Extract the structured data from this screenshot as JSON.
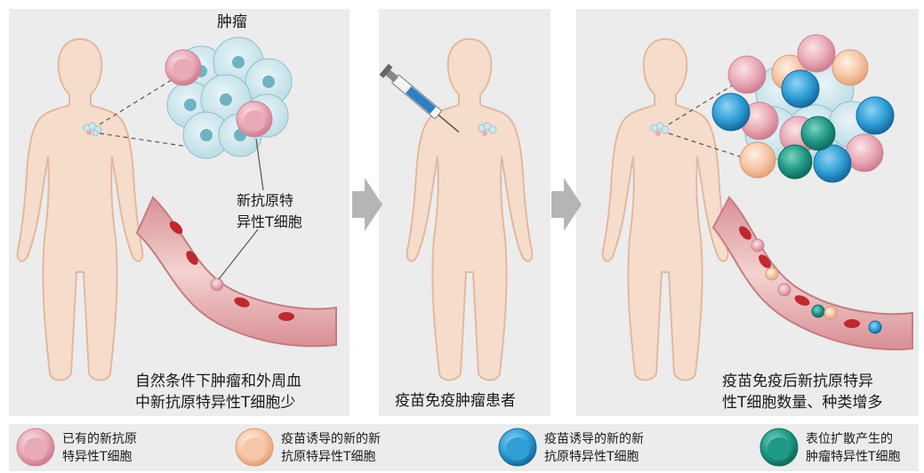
{
  "labels": {
    "tumor": "肿瘤",
    "neoantigen_tcell_line1": "新抗原特",
    "neoantigen_tcell_line2": "异性T细胞",
    "panel1_caption_line1": "自然条件下肿瘤和外周血",
    "panel1_caption_line2": "中新抗原特异性T细胞少",
    "panel2_caption": "疫苗免疫肿瘤患者",
    "panel3_caption_line1": "疫苗免疫后新抗原特异",
    "panel3_caption_line2": "性T细胞数量、种类增多"
  },
  "legend": [
    {
      "line1": "已有的新抗原",
      "line2": "特异性T细胞",
      "color": "#e7a9b6",
      "icon": "pink-cell-icon"
    },
    {
      "line1": "疫苗诱导的新的新",
      "line2": "抗原特异性T细胞",
      "color": "#f6c6a6",
      "icon": "peach-cell-icon"
    },
    {
      "line1": "疫苗诱导的新的新",
      "line2": "抗原特异性T细胞",
      "color": "#2f9fd6",
      "icon": "blue-cell-icon"
    },
    {
      "line1": "表位扩散产生的",
      "line2": "肿瘤特异性T细胞",
      "color": "#1f9a86",
      "icon": "teal-cell-icon"
    }
  ],
  "colors": {
    "panel_bg": "#ececec",
    "skin": "#f6dccb",
    "skin_outline": "#e2b89f",
    "tumor_cell": "#cfe6ec",
    "vessel_wall": "#e9b7b7",
    "red_blood_cell": "#c0282f",
    "arrow": "#b5b5b5"
  }
}
